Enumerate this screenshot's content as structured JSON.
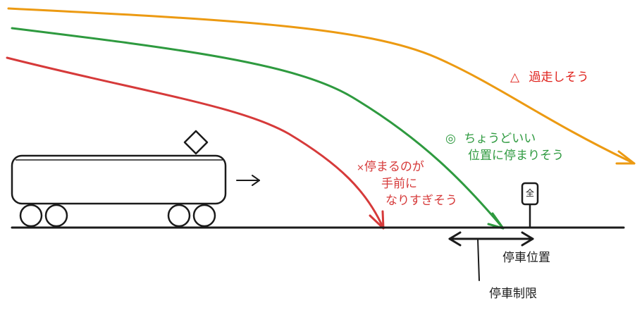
{
  "colors": {
    "red": "#d63a3a",
    "green": "#2e9a3f",
    "orange": "#ec9a12",
    "label_orange": "#e0231d",
    "ink": "#1b1b1b"
  },
  "labels": {
    "early_mark": "×",
    "early_line1": "停まるのが",
    "early_line2": "手前に",
    "early_line3": "なりすぎそう",
    "good_mark": "◎",
    "good_line1": "ちょうどいい",
    "good_line2": "位置に停まりそう",
    "over_mark": "△",
    "over_line1": "過走しそう",
    "stop_position": "停車位置",
    "stop_limit": "停車制限",
    "sign_char": "全"
  },
  "train": {
    "direction_arrow": "right-arrow-icon"
  }
}
